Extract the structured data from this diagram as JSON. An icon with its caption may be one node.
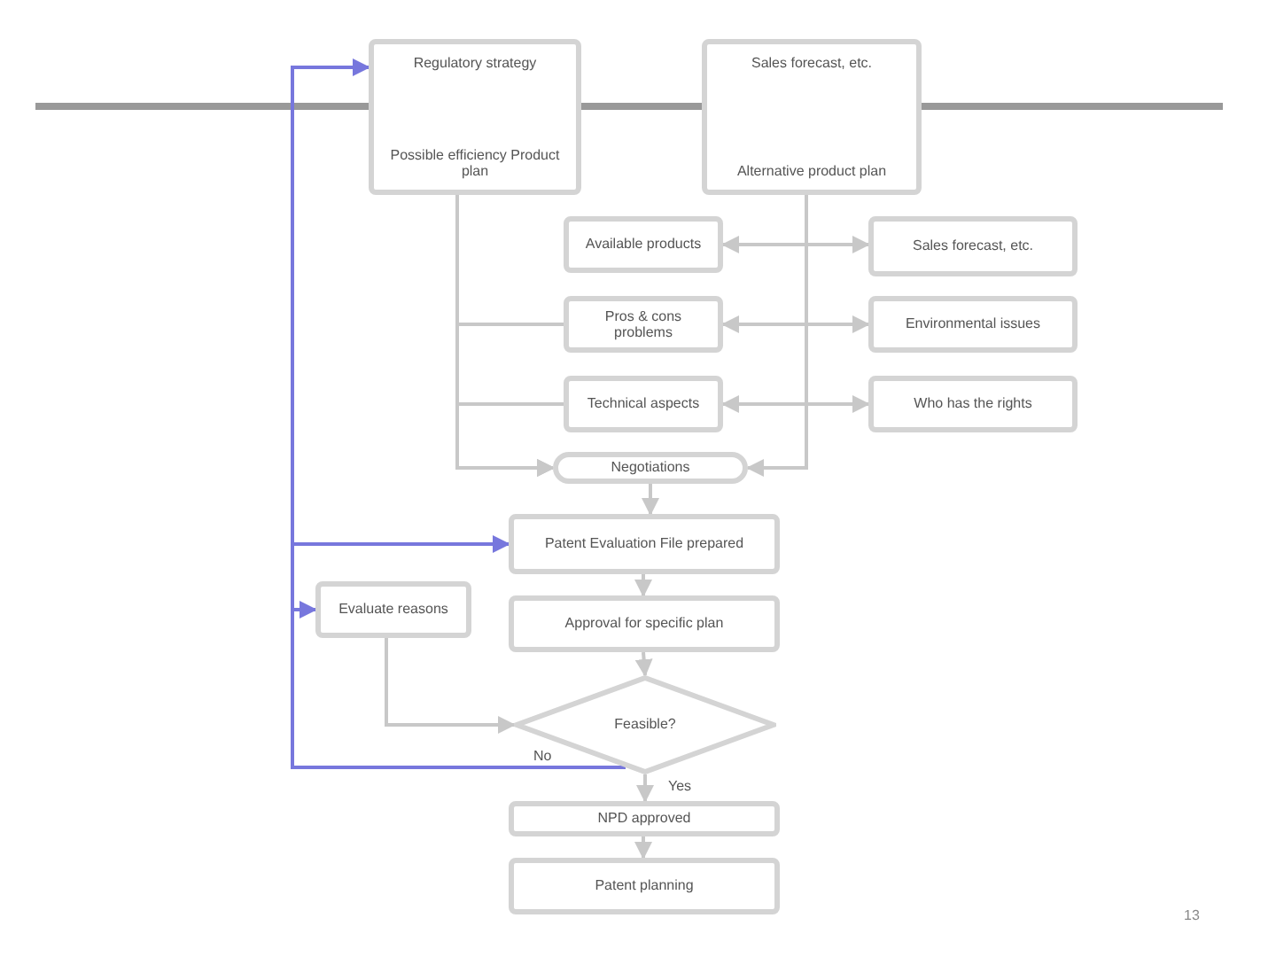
{
  "diagram": {
    "nodes": [
      {
        "text": [
          "Regulatory strategy",
          "Possible efficiency Product plan"
        ]
      },
      {
        "text": [
          "Sales forecast, etc.",
          "Alternative product plan"
        ]
      },
      {
        "text": [
          "Available products"
        ]
      },
      {
        "text": [
          "Sales forecast, etc."
        ]
      },
      {
        "text": [
          "Pros & cons problems"
        ]
      },
      {
        "text": [
          "Environmental issues"
        ]
      },
      {
        "text": [
          "Technical aspects"
        ]
      },
      {
        "text": [
          "Who has the rights"
        ]
      },
      {
        "text": [
          "Negotiations"
        ]
      },
      {
        "text": [
          "Patent Evaluation File prepared"
        ]
      },
      {
        "text": [
          "Approval for specific plan"
        ]
      },
      {
        "text": [
          "Feasible?"
        ]
      },
      {
        "text": [
          "Evaluate reasons"
        ]
      },
      {
        "text": [
          "NPD approved"
        ]
      },
      {
        "text": [
          "Patent planning"
        ]
      }
    ],
    "edges": [
      {
        "from": 0,
        "to": 8,
        "arrow": "to"
      },
      {
        "from": 1,
        "to": 8,
        "arrow": "to"
      },
      {
        "from": 2,
        "to": 3,
        "arrow": "both"
      },
      {
        "from": 4,
        "to": 8,
        "arrow": "to"
      },
      {
        "from": 4,
        "to": 5,
        "arrow": "both"
      },
      {
        "from": 6,
        "to": 8,
        "arrow": "to"
      },
      {
        "from": 6,
        "to": 7,
        "arrow": "both"
      },
      {
        "from": 8,
        "to": 9,
        "arrow": "to"
      },
      {
        "from": 9,
        "to": 10,
        "arrow": "to"
      },
      {
        "from": 10,
        "to": 11,
        "arrow": "to"
      },
      {
        "from": 11,
        "to": 13,
        "arrow": "to",
        "label": "Yes"
      },
      {
        "from": 13,
        "to": 14,
        "arrow": "to"
      },
      {
        "from": 11,
        "to": 0,
        "arrow": "to",
        "label": "No",
        "color": "#7777dd"
      },
      {
        "from": 11,
        "to": 9,
        "arrow": "to",
        "color": "#7777dd"
      },
      {
        "from": 11,
        "to": 12,
        "arrow": "to",
        "color": "#7777dd"
      },
      {
        "from": 12,
        "to": 11,
        "arrow": "to"
      }
    ],
    "labels": [
      "13"
    ]
  }
}
